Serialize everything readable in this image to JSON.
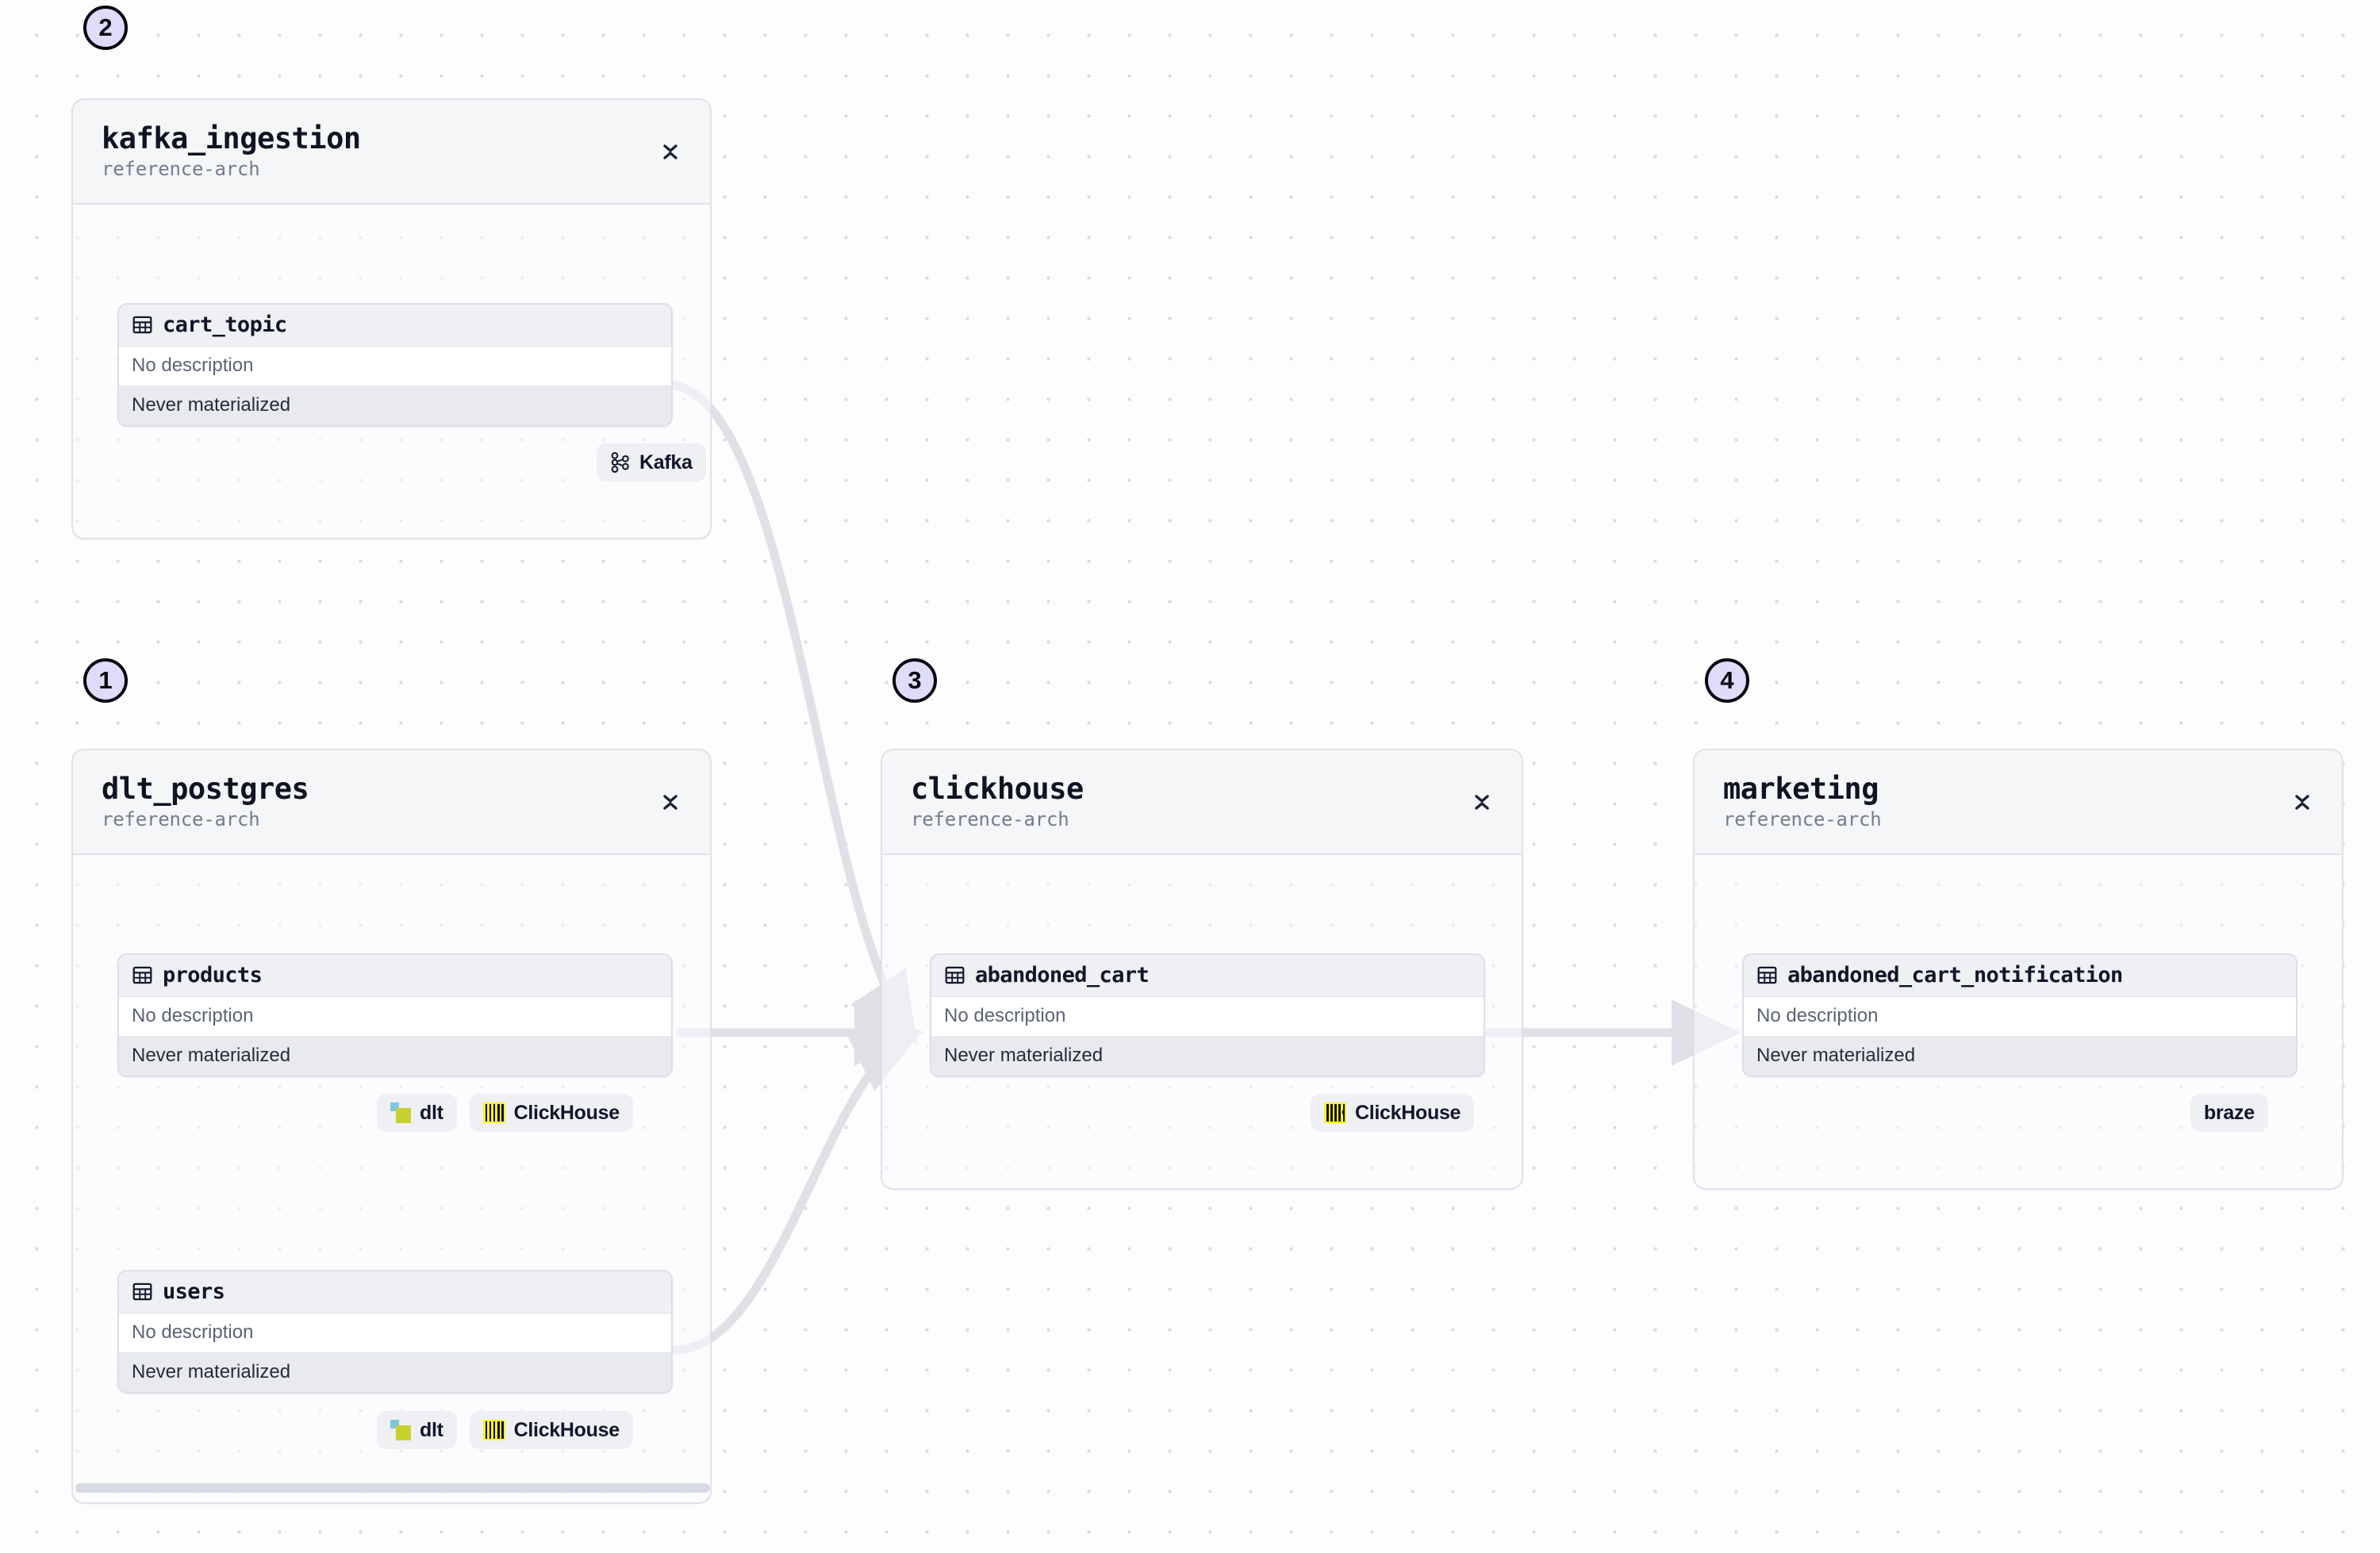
{
  "canvas": {
    "background_color": "#fdfdfe",
    "dot_grid_color": "#d8dbe2",
    "edge_color": "#dfe1e6"
  },
  "step_badges": [
    {
      "number": "1",
      "target": "dlt_postgres"
    },
    {
      "number": "2",
      "target": "kafka_ingestion"
    },
    {
      "number": "3",
      "target": "clickhouse"
    },
    {
      "number": "4",
      "target": "marketing"
    }
  ],
  "labels": {
    "no_description": "No description",
    "never_materialized": "Never materialized"
  },
  "groups": [
    {
      "id": "kafka_ingestion",
      "title": "kafka_ingestion",
      "subtitle": "reference-arch",
      "collapse_icon": "chevrons-collapse-icon",
      "tables": [
        {
          "name": "cart_topic",
          "icon": "table-icon",
          "description": "No description",
          "materialization": "Never materialized",
          "badges": [
            {
              "label": "Kafka",
              "icon": "kafka-icon"
            }
          ]
        }
      ]
    },
    {
      "id": "dlt_postgres",
      "title": "dlt_postgres",
      "subtitle": "reference-arch",
      "collapse_icon": "chevrons-collapse-icon",
      "tables": [
        {
          "name": "products",
          "icon": "table-icon",
          "description": "No description",
          "materialization": "Never materialized",
          "badges": [
            {
              "label": "dlt",
              "icon": "dlt-icon"
            },
            {
              "label": "ClickHouse",
              "icon": "clickhouse-icon"
            }
          ]
        },
        {
          "name": "users",
          "icon": "table-icon",
          "description": "No description",
          "materialization": "Never materialized",
          "badges": [
            {
              "label": "dlt",
              "icon": "dlt-icon"
            },
            {
              "label": "ClickHouse",
              "icon": "clickhouse-icon"
            }
          ]
        }
      ]
    },
    {
      "id": "clickhouse",
      "title": "clickhouse",
      "subtitle": "reference-arch",
      "collapse_icon": "chevrons-collapse-icon",
      "tables": [
        {
          "name": "abandoned_cart",
          "icon": "table-icon",
          "description": "No description",
          "materialization": "Never materialized",
          "badges": [
            {
              "label": "ClickHouse",
              "icon": "clickhouse-icon"
            }
          ]
        }
      ]
    },
    {
      "id": "marketing",
      "title": "marketing",
      "subtitle": "reference-arch",
      "collapse_icon": "chevrons-collapse-icon",
      "tables": [
        {
          "name": "abandoned_cart_notification",
          "icon": "table-icon",
          "description": "No description",
          "materialization": "Never materialized",
          "badges": [
            {
              "label": "braze",
              "icon": null
            }
          ]
        }
      ]
    }
  ],
  "edges": [
    {
      "from": "cart_topic",
      "to": "abandoned_cart"
    },
    {
      "from": "products",
      "to": "abandoned_cart"
    },
    {
      "from": "users",
      "to": "abandoned_cart"
    },
    {
      "from": "abandoned_cart",
      "to": "abandoned_cart_notification"
    }
  ]
}
